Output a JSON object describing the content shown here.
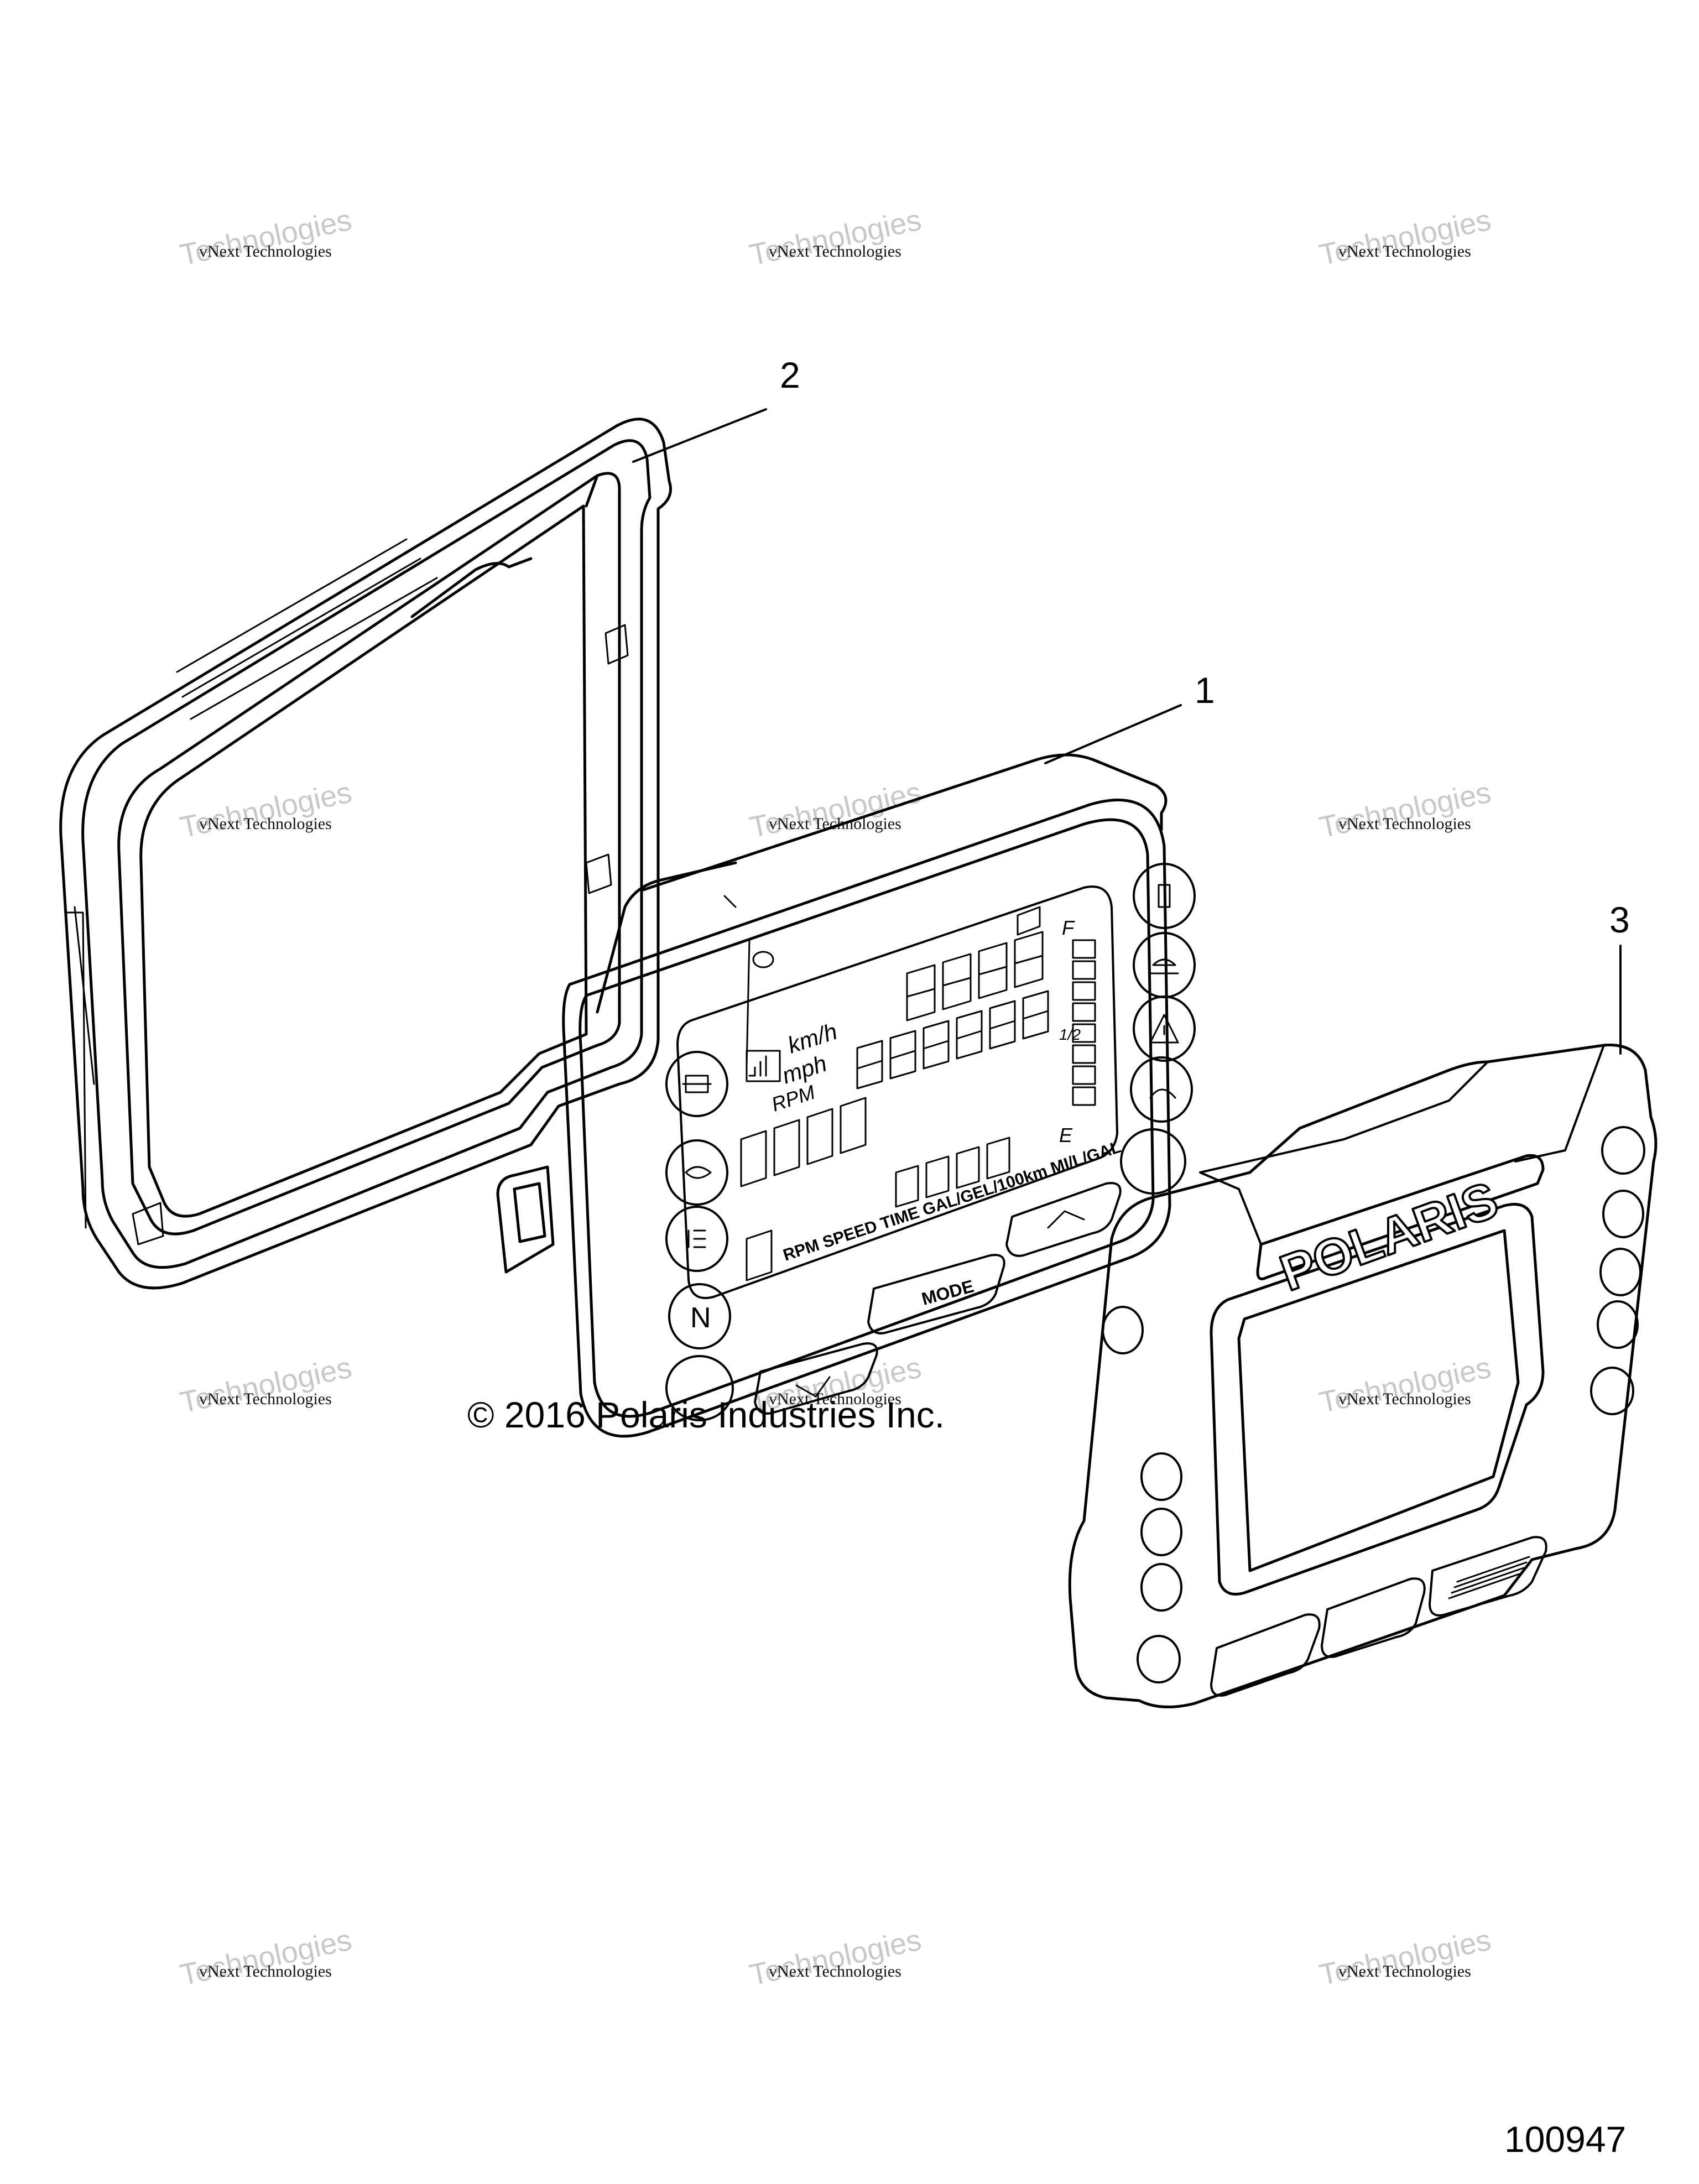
{
  "watermark": {
    "line1": "vNext Technologies",
    "line2": "Technologies",
    "line3": "vNext"
  },
  "callouts": [
    "1",
    "2",
    "3"
  ],
  "copyright": "© 2016 Polaris Industries Inc.",
  "figure_number": "100947",
  "part3_logo": "POLARIS",
  "display_labels": {
    "speed_units": "km/h",
    "speed_units_2": "mph",
    "rpm": "RPM",
    "mode_bar": "RPM SPEED TIME GAL/GEL/100km MI/L/GAL",
    "mode_button": "MODE",
    "fuel_full": "F",
    "fuel_empty": "E",
    "fuel_half": "1/2",
    "neutral": "N"
  }
}
